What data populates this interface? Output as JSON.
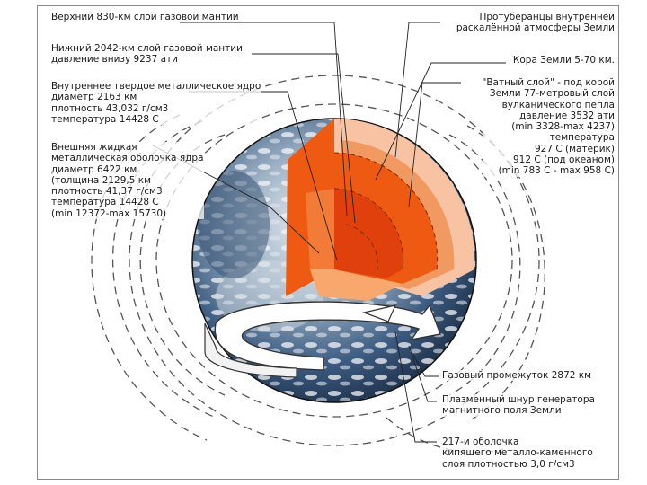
{
  "labels": {
    "upper_mantle": "Верхний 830-км слой газовой мантии",
    "lower_mantle": "Нижний 2042-км слой газовой мантии\nдавление внизу 9237 ати",
    "inner_core": "Внутреннее твердое металлическое ядро\nдиаметр 2163 км\nплотность 43,032 г/см3\nтемпература 14428 С",
    "outer_core": "Внешняя жидкая\nметаллическая оболочка ядра\nдиаметр 6422 км\n(толщина 2129,5 км\nплотность 41,37 г/см3\nтемпература 14428 С\n(min 12372-max 15730)",
    "prominences": "Протуберанцы внутренней\nраскалённой атмосферы Земли",
    "crust": "Кора Земли 5-70 км.",
    "cotton_layer": "\"Ватный слой\" - под корой\nЗемли 77-метровый слой\nвулканического пепла\nдавление 3532 ати\n(min 3328-max 4237)\nтемпература\n927 С (материк)\n912 С (под океаном)\n(min 783 С - max 958 С)",
    "gas_gap": "Газовый промежуток 2872 км",
    "plasma_cord": "Плазменный шнур генератора\nмагнитного поля Земли",
    "shell_217": "217-и оболочка\nкипящего металло-каменного\nслоя плотностью 3,0 г/см3"
  },
  "colors": {
    "ocean": "#2c4a6e",
    "cloud": "#e8ecf0",
    "cut_light": "#f7c3a2",
    "cut_mid": "#f09a62",
    "cut_orange": "#ee5a12",
    "cut_red": "#e0410c",
    "leader": "#222222"
  }
}
